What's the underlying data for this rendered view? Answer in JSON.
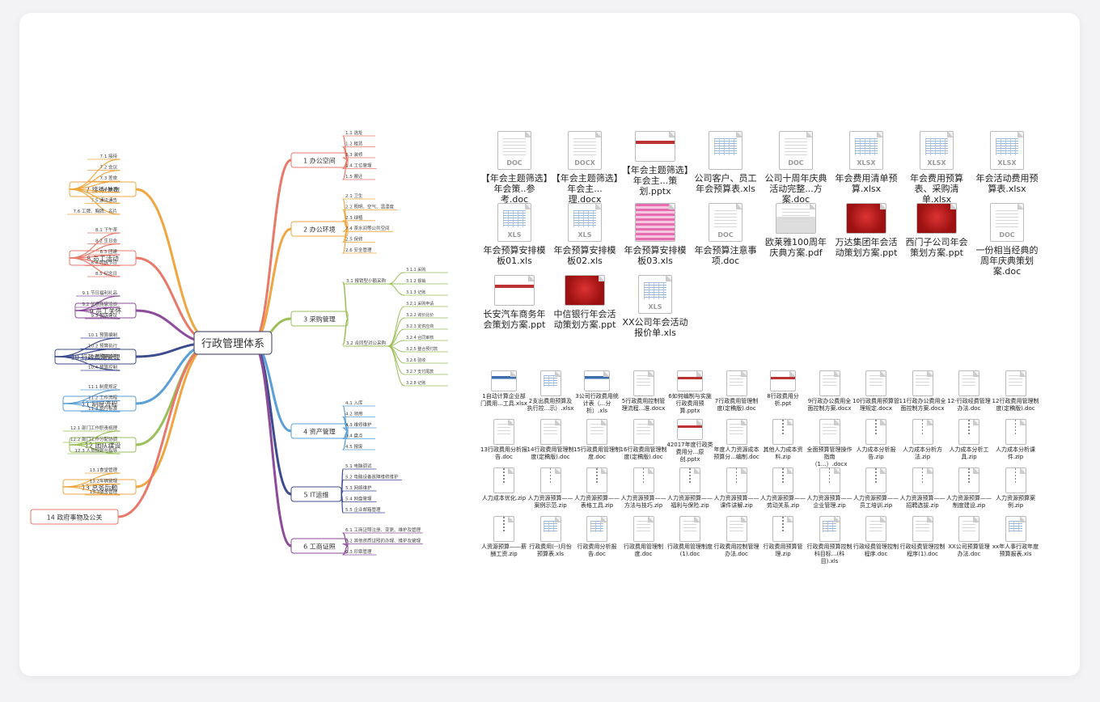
{
  "mindmap": {
    "center": "行政管理体系",
    "branches": [
      {
        "label": "1 办公空间",
        "color": "#e8796a",
        "leaves": [
          "1.1 选址",
          "1.2 租赁",
          "1.3 装修",
          "1.4 工位管理",
          "1.5 搬迁"
        ]
      },
      {
        "label": "2 办公环境",
        "color": "#f0a640",
        "leaves": [
          "2.1 卫生",
          "2.2 照明、空气、温湿度",
          "2.3 绿植",
          "2.4 茶水间等公共空间",
          "2.5 保修",
          "2.6 安全管理"
        ]
      },
      {
        "label": "3 采购管理",
        "color": "#9bbf58",
        "leaves": [
          "3.1 报销型小额采购",
          "3.2 合同型对公采购"
        ],
        "sub": [
          {
            "parent": 0,
            "items": [
              "3.1.1 采购",
              "3.1.2 报销",
              "3.1.3 记账"
            ]
          },
          {
            "parent": 1,
            "items": [
              "3.2.1 采购申请",
              "3.2.2 询价比价",
              "3.2.3 定供应商",
              "3.2.4 合同审核",
              "3.2.5 整合预付款",
              "3.2.6 验收",
              "3.2.7 支付尾款",
              "3.2.8 记账"
            ]
          }
        ]
      },
      {
        "label": "4 资产管理",
        "color": "#5b9fd8",
        "leaves": [
          "4.1 入库",
          "4.2 领用",
          "4.3 维修维护",
          "4.4 盘点",
          "4.5 报废"
        ]
      },
      {
        "label": "5 IT运维",
        "color": "#3d4b8f",
        "leaves": [
          "5.1 电脑调试",
          "5.2 电脑设备故障维修维护",
          "5.3 网络维护",
          "5.4 网盘管理",
          "5.5 企业邮箱管理"
        ]
      },
      {
        "label": "6 工商证照",
        "color": "#8d4b9b",
        "leaves": [
          "6.1 工商证照注册、变更、维护及管理",
          "6.2 其他资质证照的办理、维护及管理",
          "6.3 印章管理"
        ]
      },
      {
        "label": "7 接待/差旅",
        "color": "#f0a640",
        "leaves": [
          "7.1 接待",
          "7.2 会议",
          "7.3 差旅",
          "7.4 快递",
          "7.5 通讯通告",
          "7.6 工牌、胸牌、名片"
        ]
      },
      {
        "label": "8 员工活动",
        "color": "#e8796a",
        "leaves": [
          "8.1 下午茶",
          "8.2 生日会",
          "8.3 团建",
          "8.4 传统节日",
          "8.5 纪念日"
        ]
      },
      {
        "label": "9 员工关怀",
        "color": "#8d4b9b",
        "leaves": [
          "9.1 节日福利礼品",
          "9.2 优惠商家洽谈",
          "9.3 投诉建议"
        ]
      },
      {
        "label": "10 行政费用管理",
        "color": "#3d4b8f",
        "leaves": [
          "10.1 预算编制",
          "10.2 预算执行",
          "10.3 预算分析",
          "10.4 预算控制"
        ]
      },
      {
        "label": "11 制度流程",
        "color": "#5b9fd8",
        "leaves": [
          "11.1 制度规定",
          "11.2 工作流程",
          "11.3 执行标准"
        ]
      },
      {
        "label": "12 团队建设",
        "color": "#9bbf58",
        "leaves": [
          "12.1 部门工作职责梳理",
          "12.2 部门工作分配协调",
          "12.3 人员规划与指导"
        ]
      },
      {
        "label": "13 总务后勤",
        "color": "#f0a640",
        "leaves": [
          "13.1食堂管理",
          "13.2车辆管理",
          "13.3宿舍管理"
        ]
      },
      {
        "label": "14 政府事物及公关",
        "color": "#e8796a",
        "leaves": []
      }
    ]
  },
  "files_top": [
    {
      "name": "【年会主题筛选】年会策..参考.doc",
      "icon": "doc",
      "tag": "DOC"
    },
    {
      "name": "【年会主题筛选】年会主...理.docx",
      "icon": "doc",
      "tag": "DOCX"
    },
    {
      "name": "【年会主题筛选】年会主...策划.pptx",
      "icon": "ppt",
      "tag": ""
    },
    {
      "name": "公司客户、员工年会预算表.xls",
      "icon": "sheet",
      "tag": ""
    },
    {
      "name": "公司十周年庆典活动完整...方案.doc",
      "icon": "doc",
      "tag": "DOC"
    },
    {
      "name": "年会费用清单预算.xlsx",
      "icon": "sheet",
      "tag": "XLSX"
    },
    {
      "name": "年会费用预算表、采购清单.xlsx",
      "icon": "sheet",
      "tag": "XLSX"
    },
    {
      "name": "年会活动费用预算表.xlsx",
      "icon": "sheet",
      "tag": "XLSX"
    },
    {
      "name": "年会预算安排模板01.xls",
      "icon": "sheet",
      "tag": "XLS"
    },
    {
      "name": "年会预算安排模板02.xls",
      "icon": "sheet",
      "tag": "XLS"
    },
    {
      "name": "年会预算安排模板03.xls",
      "icon": "pink",
      "tag": ""
    },
    {
      "name": "年会预算注意事项.doc",
      "icon": "doc",
      "tag": "DOC"
    },
    {
      "name": "欧莱雅100周年庆典方案.pdf",
      "icon": "pdf",
      "tag": ""
    },
    {
      "name": "万达集团年会活动策划方案.ppt",
      "icon": "red",
      "tag": ""
    },
    {
      "name": "西门子公司年会策划方案.ppt",
      "icon": "red",
      "tag": ""
    },
    {
      "name": "一份相当经典的周年庆典策划案.doc",
      "icon": "doc",
      "tag": "DOC"
    },
    {
      "name": "长安汽车商务年会策划方案.ppt",
      "icon": "ppt",
      "tag": ""
    },
    {
      "name": "中信银行年会活动策划方案.ppt",
      "icon": "red",
      "tag": ""
    },
    {
      "name": "XX公司年会活动报价单.xls",
      "icon": "sheet",
      "tag": "XLS"
    }
  ],
  "files_bottom": [
    {
      "name": "1自动计算企业部门费用...工具.xlsx",
      "icon": "blue"
    },
    {
      "name": "2支出费用预算及执行控...示）.xlsx",
      "icon": "sheet"
    },
    {
      "name": "3公司行政费用统计表（...分析）.xls",
      "icon": "blue"
    },
    {
      "name": "5行政费用控制管理流程...准.docx",
      "icon": "doc"
    },
    {
      "name": "6如何编制与实施行政费用预算.pptx",
      "icon": "ppt"
    },
    {
      "name": "7行政费用管理制度(定稿版).doc",
      "icon": "doc"
    },
    {
      "name": "8行政费用分析.ppt",
      "icon": "ppt"
    },
    {
      "name": "9行政办公费用全面控制方案.docx",
      "icon": "doc"
    },
    {
      "name": "10行政费用预算管理规定.docx",
      "icon": "doc"
    },
    {
      "name": "11行政办公费用全面控制方案.docx",
      "icon": "doc"
    },
    {
      "name": "12-行政经费管理办法.doc",
      "icon": "doc"
    },
    {
      "name": "12行政费用管理制度(定稿版).doc",
      "icon": "doc"
    },
    {
      "name": "13行政费用分析报告.doc",
      "icon": "doc"
    },
    {
      "name": "14行政费用管理制度(定稿版).doc",
      "icon": "doc"
    },
    {
      "name": "15行政费用管理制度.doc",
      "icon": "doc"
    },
    {
      "name": "16行政费用管理制度(定稿版).doc",
      "icon": "doc"
    },
    {
      "name": "42017年度行政类费用分...原创.pptx",
      "icon": "ppt"
    },
    {
      "name": "年度人力资源成本预算分...编制.doc",
      "icon": "doc"
    },
    {
      "name": "其他人力成本资料.zip",
      "icon": "zip"
    },
    {
      "name": "全面预算管理操作指南（1...）.docx",
      "icon": "doc"
    },
    {
      "name": "人力成本分析报告.zip",
      "icon": "zip"
    },
    {
      "name": "人力成本分析方法.zip",
      "icon": "zip"
    },
    {
      "name": "人力成本分析工具.zip",
      "icon": "zip"
    },
    {
      "name": "人力成本分析课件.zip",
      "icon": "zip"
    },
    {
      "name": "人力成本优化.zip",
      "icon": "zip"
    },
    {
      "name": "人力资源预算——案例示范.zip",
      "icon": "zip"
    },
    {
      "name": "人力资源预算——表格工具.zip",
      "icon": "zip"
    },
    {
      "name": "人力资源预算——方法与技巧.zip",
      "icon": "zip"
    },
    {
      "name": "人力资源预算——福利与保险.zip",
      "icon": "zip"
    },
    {
      "name": "人力资源预算——课件讲解.zip",
      "icon": "zip"
    },
    {
      "name": "人力资源预算——劳动关系.zip",
      "icon": "zip"
    },
    {
      "name": "人力资源预算——企业管理.zip",
      "icon": "zip"
    },
    {
      "name": "人力资源预算——员工培训.zip",
      "icon": "zip"
    },
    {
      "name": "人力资源预算——招聘选拔.zip",
      "icon": "zip"
    },
    {
      "name": "人力资源预算——制度建设.zip",
      "icon": "zip"
    },
    {
      "name": "人力资源预算案例.zip",
      "icon": "zip"
    },
    {
      "name": "人资源预算——薪酬工资.zip",
      "icon": "zip"
    },
    {
      "name": "行政费用(--)月份预算表.xls",
      "icon": "sheet"
    },
    {
      "name": "行政费用分析报告.doc",
      "icon": "sheet"
    },
    {
      "name": "行政费用管理制度.doc",
      "icon": "doc"
    },
    {
      "name": "行政费用管理制度(1).doc",
      "icon": "doc"
    },
    {
      "name": "行政费用控制管理办法.doc",
      "icon": "doc"
    },
    {
      "name": "行政费用预算管理.zip",
      "icon": "zip"
    },
    {
      "name": "行政费用预算控制科目标...(科目).xls",
      "icon": "sheet"
    },
    {
      "name": "行政经费管理控制程序.doc",
      "icon": "doc"
    },
    {
      "name": "行政经费管理控制程序(1).doc",
      "icon": "doc"
    },
    {
      "name": "XX公司预算管理办法.doc",
      "icon": "doc"
    },
    {
      "name": "xx年人事行政年度预算报表.xls",
      "icon": "sheet"
    }
  ]
}
